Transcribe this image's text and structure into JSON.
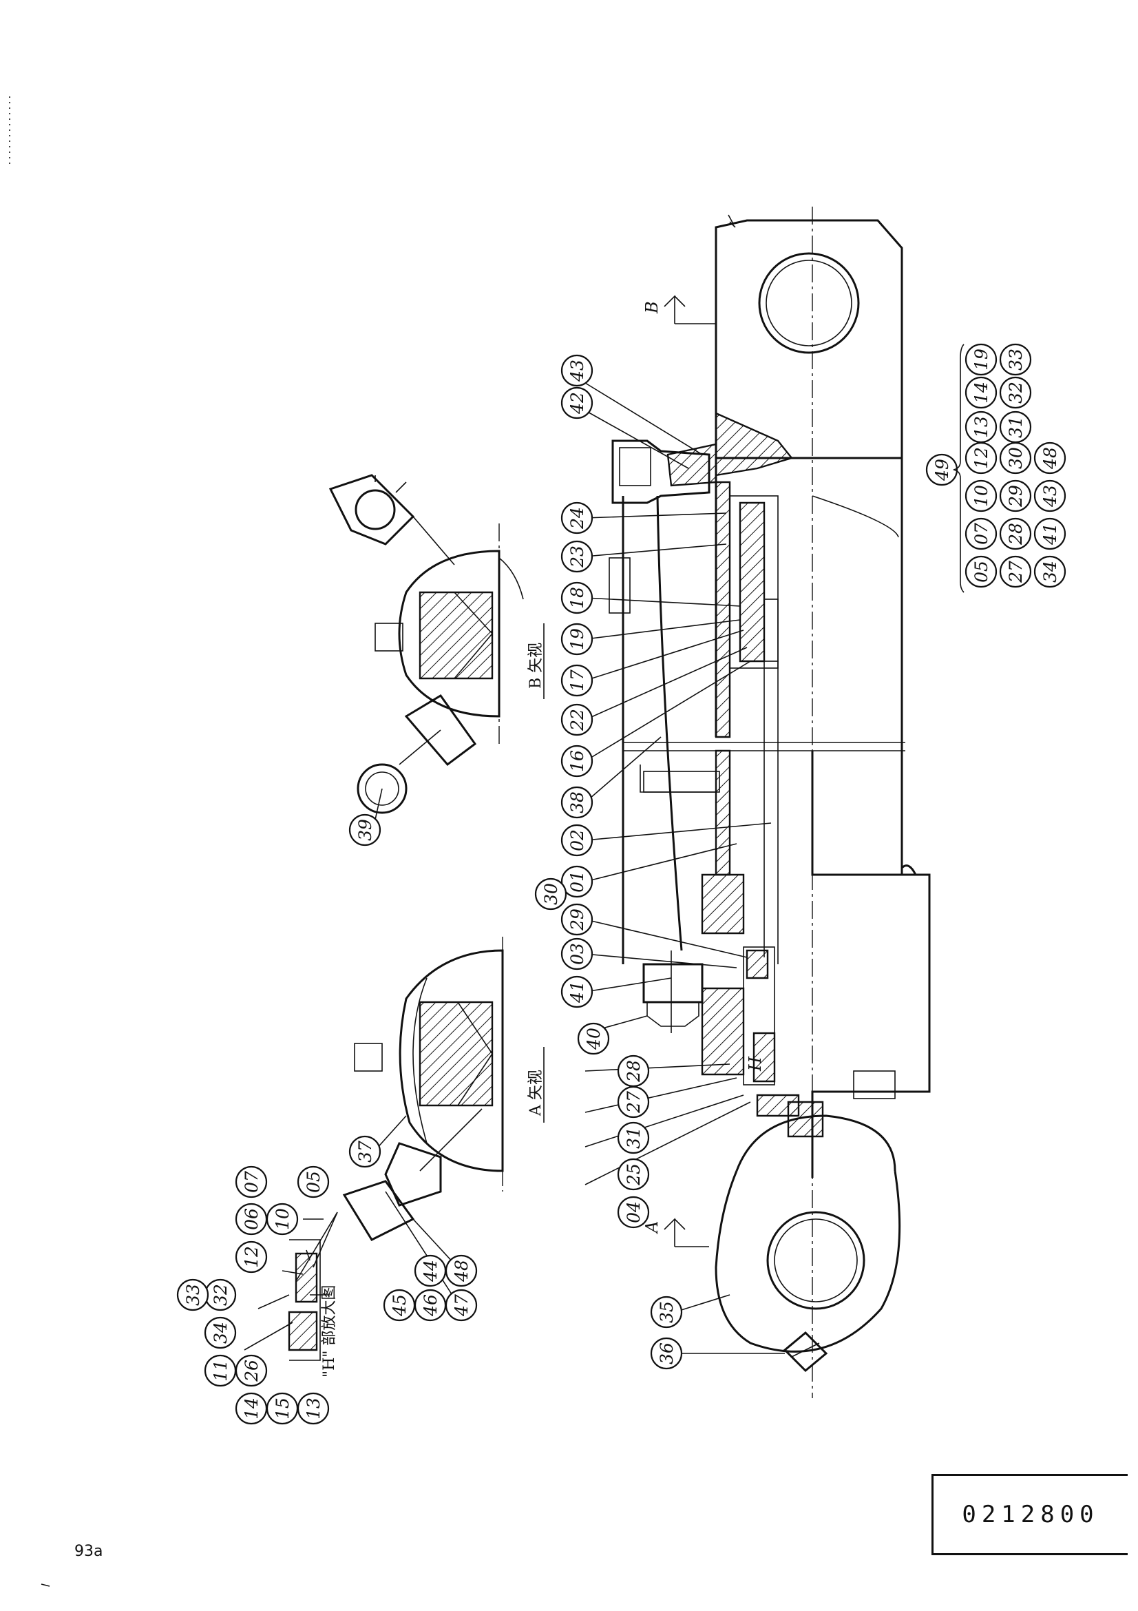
{
  "drawing_number": "0212800",
  "page_number": "93a",
  "view_labels": {
    "view_a": "A 矢视",
    "view_b": "B 矢视",
    "detail_h": "\"H\" 部放大图",
    "section_a": "A",
    "section_b": "B",
    "h_mark": "H"
  },
  "kit_callout": {
    "label": "49",
    "row1": [
      "05",
      "07",
      "10",
      "12",
      "13",
      "14",
      "19"
    ],
    "row2": [
      "27",
      "28",
      "29",
      "30",
      "31",
      "32",
      "33"
    ],
    "row3": [
      "34",
      "41",
      "43",
      "48"
    ]
  },
  "callouts": {
    "c01": "01",
    "c02": "02",
    "c03": "03",
    "c04": "04",
    "c05": "05",
    "c06": "06",
    "c07": "07",
    "c10": "10",
    "c11": "11",
    "c12": "12",
    "c13": "13",
    "c14": "14",
    "c15": "15",
    "c16": "16",
    "c17": "17",
    "c18": "18",
    "c19": "19",
    "c22": "22",
    "c23": "23",
    "c24": "24",
    "c25": "25",
    "c26": "26",
    "c27": "27",
    "c28": "28",
    "c29": "29",
    "c30": "30",
    "c31": "31",
    "c32": "32",
    "c33": "33",
    "c34": "34",
    "c35": "35",
    "c36": "36",
    "c37": "37",
    "c38": "38",
    "c39": "39",
    "c40": "40",
    "c41": "41",
    "c42": "42",
    "c43": "43",
    "c44": "44",
    "c45": "45",
    "c46": "46",
    "c47": "47",
    "c48": "48"
  }
}
